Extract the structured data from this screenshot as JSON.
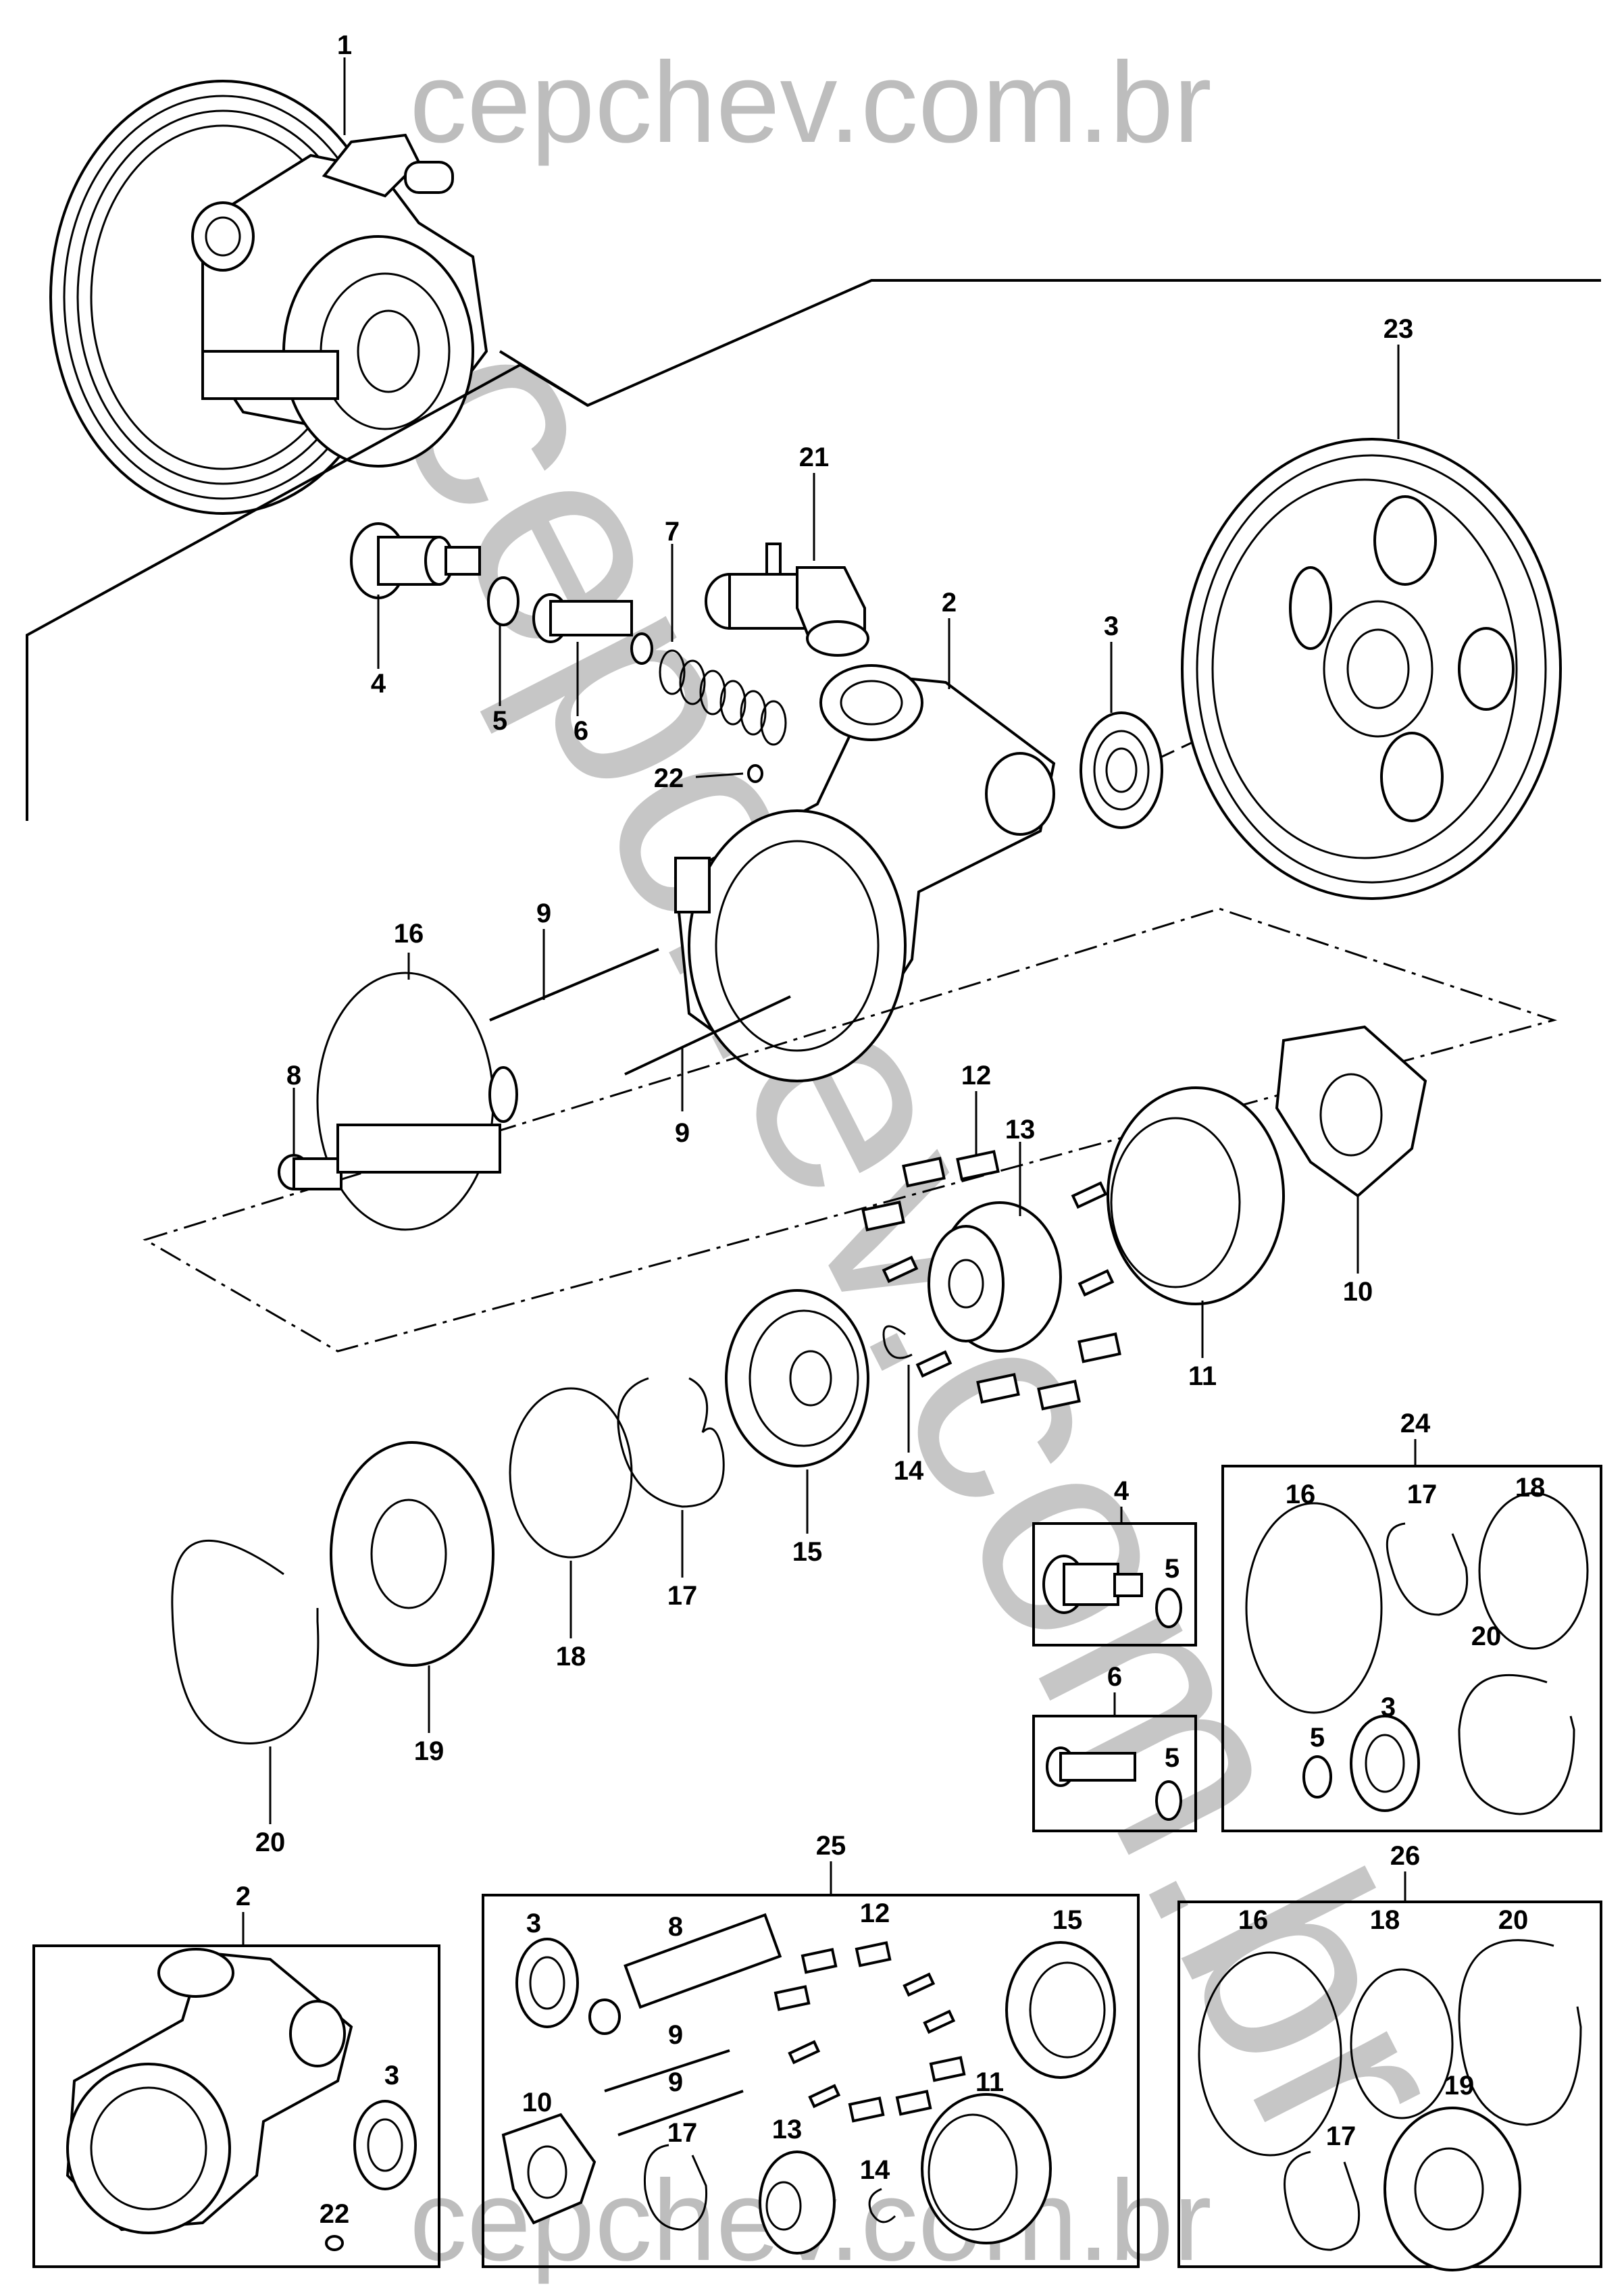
{
  "watermark": {
    "top": "cepchev.com.br",
    "diagonal": "cepchev.com.br",
    "bottom": "cepchev.com.br"
  },
  "callouts": {
    "c1": "1",
    "c2": "2",
    "c3": "3",
    "c4": "4",
    "c5": "5",
    "c6": "6",
    "c7": "7",
    "c8": "8",
    "c9a": "9",
    "c9b": "9",
    "c10": "10",
    "c11": "11",
    "c12": "12",
    "c13": "13",
    "c14": "14",
    "c15": "15",
    "c16": "16",
    "c17": "17",
    "c18": "18",
    "c19": "19",
    "c20": "20",
    "c21": "21",
    "c22": "22",
    "c23": "23"
  },
  "kit4": {
    "title": "4",
    "c5": "5"
  },
  "kit6": {
    "title": "6",
    "c5": "5"
  },
  "kit24": {
    "title": "24",
    "c16": "16",
    "c17": "17",
    "c18": "18",
    "c20": "20",
    "c5": "5",
    "c3": "3"
  },
  "kit2": {
    "title": "2",
    "c3": "3",
    "c22": "22"
  },
  "kit25": {
    "title": "25",
    "c3": "3",
    "c8": "8",
    "c12": "12",
    "c15": "15",
    "c9a": "9",
    "c9b": "9",
    "c10": "10",
    "c11": "11",
    "c17": "17",
    "c13": "13",
    "c14": "14"
  },
  "kit26": {
    "title": "26",
    "c16": "16",
    "c18": "18",
    "c20": "20",
    "c19": "19",
    "c17": "17"
  }
}
